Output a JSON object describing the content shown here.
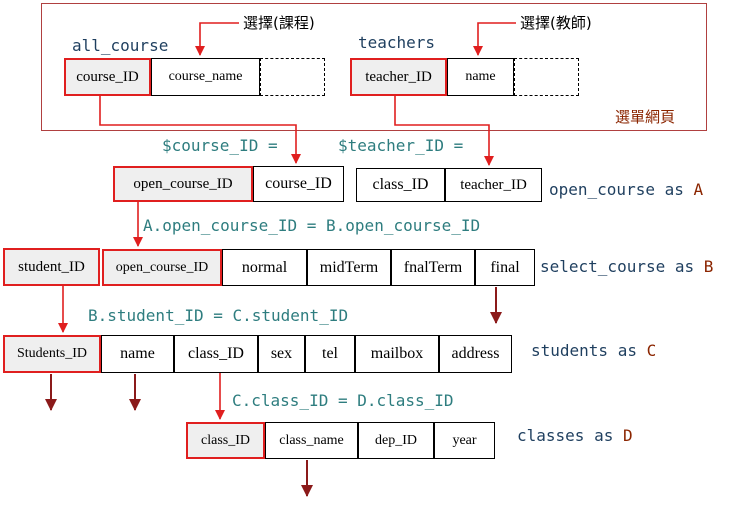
{
  "top_region": {
    "label": "選單網頁",
    "all_course": {
      "name": "all_course",
      "select_note": "選擇(課程)",
      "fields": [
        "course_ID",
        "course_name"
      ]
    },
    "teachers": {
      "name": "teachers",
      "select_note": "選擇(教師)",
      "fields": [
        "teacher_ID",
        "name"
      ]
    }
  },
  "params": {
    "course_id": "$course_ID =",
    "teacher_id": "$teacher_ID ="
  },
  "joins": {
    "ab": "A.open_course_ID = B.open_course_ID",
    "bc": "B.student_ID = C.student_ID",
    "cd": "C.class_ID = D.class_ID"
  },
  "tables": {
    "open_course": {
      "alias_name": "open_course",
      "alias_as": "as",
      "alias_letter": "A",
      "fields": [
        "open_course_ID",
        "course_ID",
        "class_ID",
        "teacher_ID"
      ]
    },
    "select_course": {
      "alias_name": "select_course",
      "alias_as": "as",
      "alias_letter": "B",
      "fields": [
        "student_ID",
        "open_course_ID",
        "normal",
        "midTerm",
        "fnalTerm",
        "final"
      ]
    },
    "students": {
      "alias_name": "students",
      "alias_as": "as",
      "alias_letter": "C",
      "fields": [
        "Students_ID",
        "name",
        "class_ID",
        "sex",
        "tel",
        "mailbox",
        "address"
      ]
    },
    "classes": {
      "alias_name": "classes",
      "alias_as": "as",
      "alias_letter": "D",
      "fields": [
        "class_ID",
        "class_name",
        "dep_ID",
        "year"
      ]
    }
  },
  "colors": {
    "key_border": "#e01f1f",
    "key_fill": "#efefef",
    "teal_text": "#2e7d7f",
    "letter": "#8b2500",
    "down_arrow": "#8b1a1a"
  }
}
